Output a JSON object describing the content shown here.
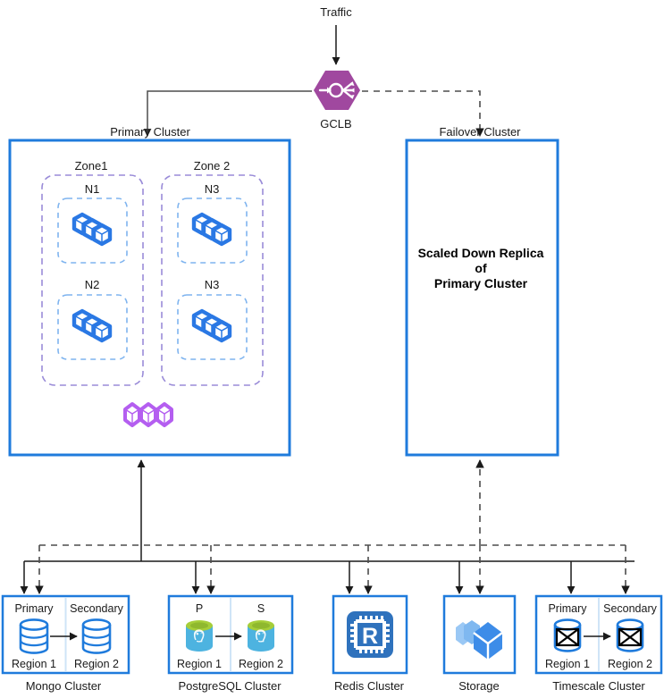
{
  "diagram": {
    "title": "Traffic",
    "traffic_label": "Traffic",
    "gclb": {
      "label": "GCLB",
      "icon": "load-balancer-icon",
      "color": "#a0489f"
    },
    "clusters": [
      {
        "id": "primary",
        "label": "Primary Cluster",
        "color": "#1f7bdc",
        "zones": [
          {
            "label": "Zone1",
            "nodes": [
              {
                "label": "N1",
                "icon": "pods-icon"
              },
              {
                "label": "N2",
                "icon": "pods-icon"
              }
            ]
          },
          {
            "label": "Zone 2",
            "nodes": [
              {
                "label": "N3",
                "icon": "pods-icon"
              },
              {
                "label": "N3",
                "icon": "pods-icon"
              }
            ]
          }
        ],
        "extra_icon": {
          "name": "containers-icon",
          "count": 3,
          "color": "#b45ef0"
        }
      },
      {
        "id": "failover",
        "label": "Failover Cluster",
        "color": "#1f7bdc",
        "body_lines": [
          "Scaled Down Replica",
          "of",
          "Primary Cluster"
        ]
      }
    ],
    "datastores": [
      {
        "id": "mongo",
        "label": "Mongo Cluster",
        "split": true,
        "left": {
          "role": "Primary",
          "region": "Region 1",
          "icon": "mongo-db-icon"
        },
        "right": {
          "role": "Secondary",
          "region": "Region 2",
          "icon": "mongo-db-icon"
        }
      },
      {
        "id": "postgres",
        "label": "PostgreSQL Cluster",
        "split": true,
        "left": {
          "role": "P",
          "region": "Region 1",
          "icon": "postgres-db-icon"
        },
        "right": {
          "role": "S",
          "region": "Region 2",
          "icon": "postgres-db-icon"
        }
      },
      {
        "id": "redis",
        "label": "Redis Cluster",
        "split": false,
        "icon": "redis-icon"
      },
      {
        "id": "storage",
        "label": "Storage",
        "split": false,
        "icon": "storage-icon"
      },
      {
        "id": "timescale",
        "label": "Timescale Cluster",
        "split": true,
        "left": {
          "role": "Primary",
          "region": "Region 1",
          "icon": "timescale-db-icon"
        },
        "right": {
          "role": "Secondary",
          "region": "Region 2",
          "icon": "timescale-db-icon"
        }
      }
    ],
    "colors": {
      "accent_blue": "#1f7bdc",
      "gclb_purple": "#a0489f",
      "zone_border": "#9a8cd8",
      "node_border": "#7fb4ef",
      "pod_blue": "#2a78e4",
      "container_purple": "#b45ef0",
      "connector_gray": "#4d4d4d"
    }
  }
}
